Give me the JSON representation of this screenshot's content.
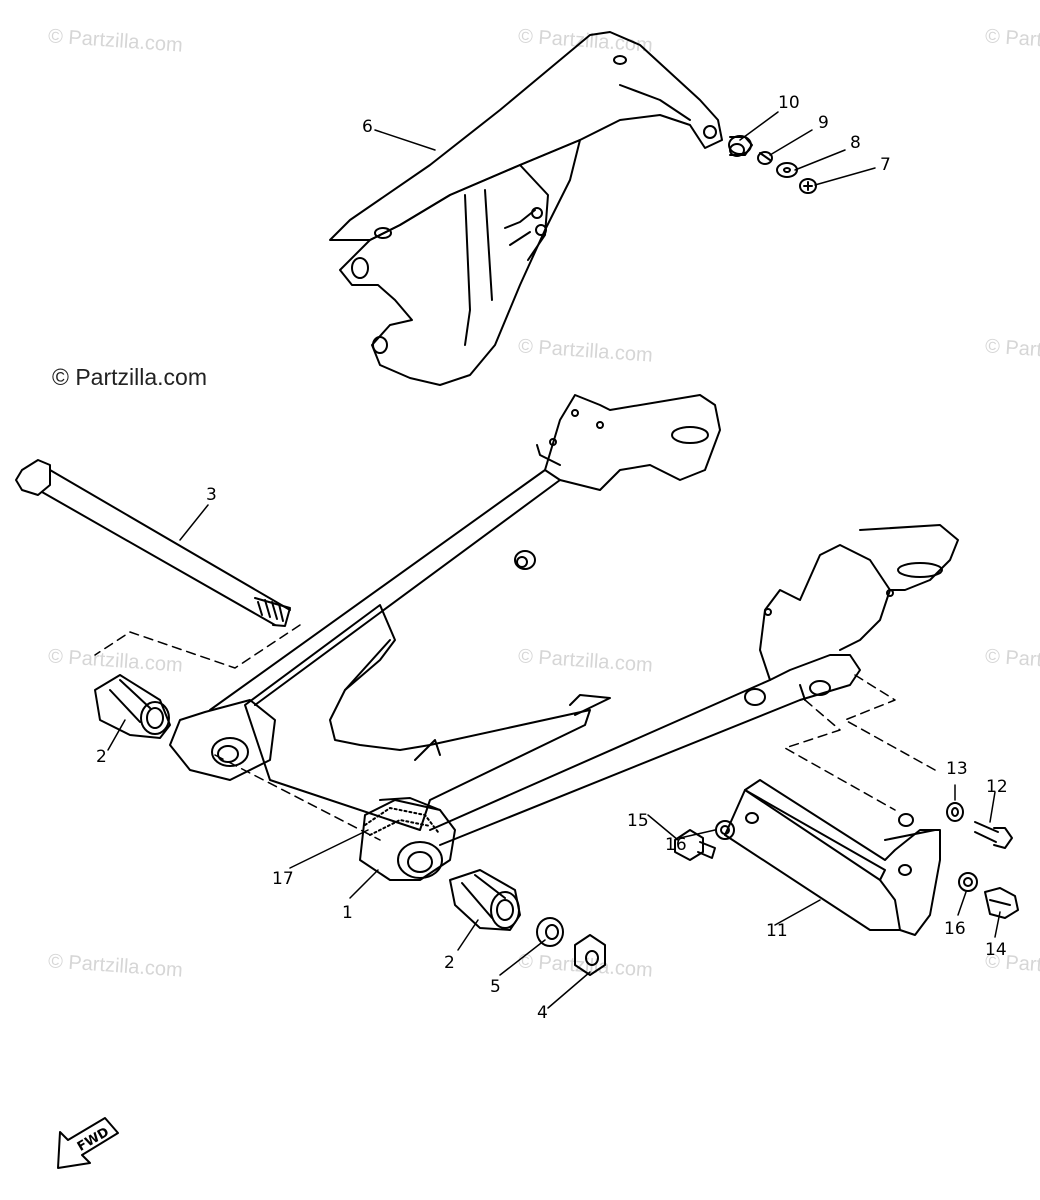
{
  "watermark": "© Partzilla.com",
  "copyright": "© Partzilla.com",
  "fwd_label": "FWD",
  "callouts": {
    "c1": "1",
    "c2a": "2",
    "c2b": "2",
    "c3": "3",
    "c4": "4",
    "c5": "5",
    "c6": "6",
    "c7": "7",
    "c8": "8",
    "c9": "9",
    "c10": "10",
    "c11": "11",
    "c12": "12",
    "c13": "13",
    "c14": "14",
    "c15": "15",
    "c16a": "16",
    "c16b": "16",
    "c17": "17"
  },
  "colors": {
    "line": "#000000",
    "paper": "#ffffff",
    "watermark": "#d6d6d6"
  }
}
